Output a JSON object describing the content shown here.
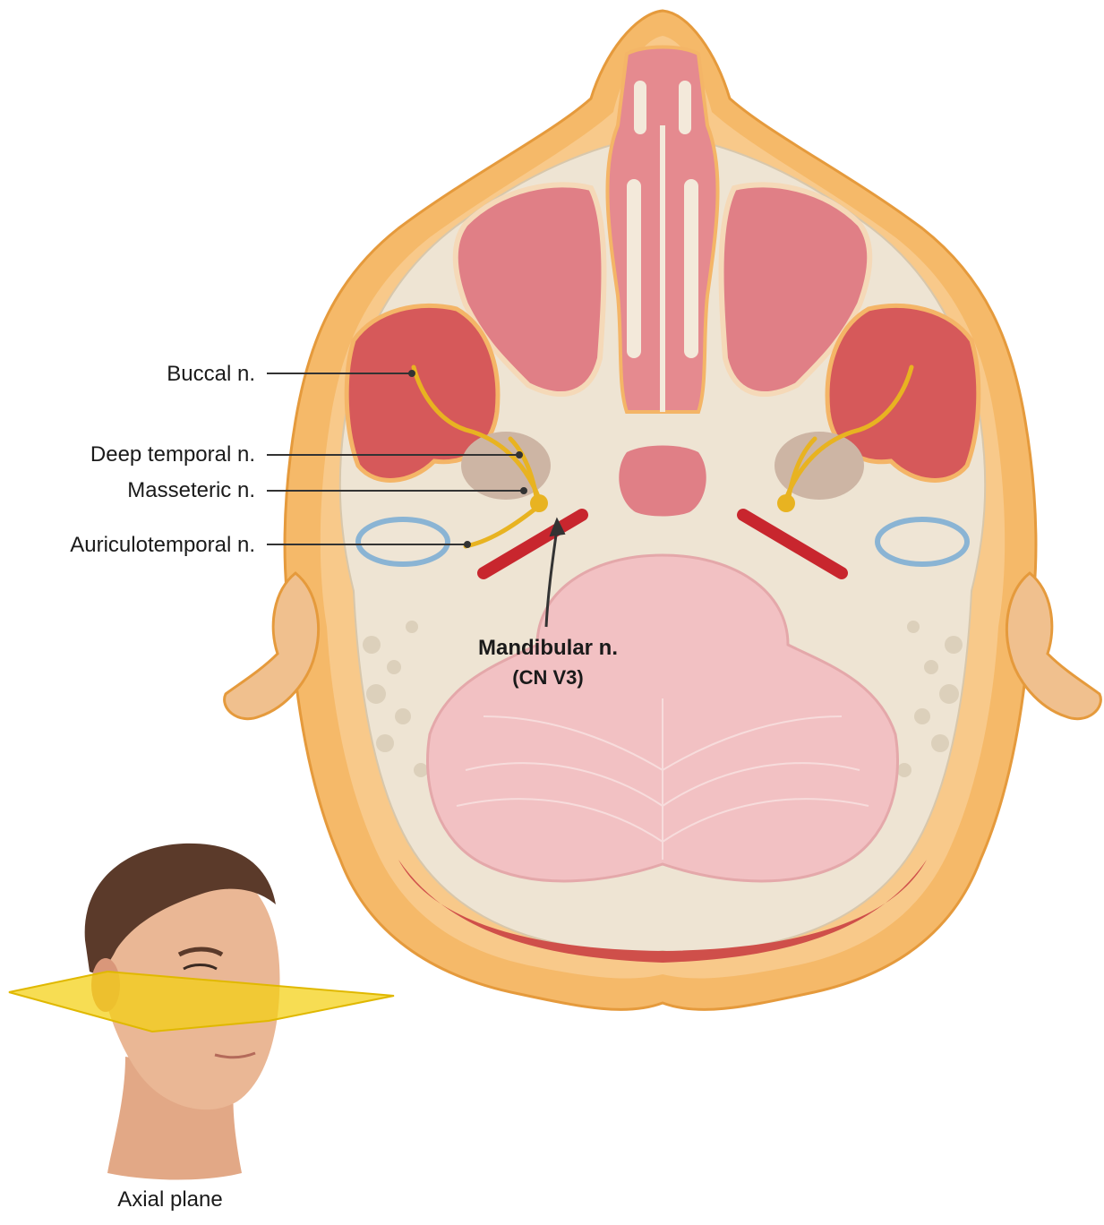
{
  "labels": {
    "buccal": "Buccal n.",
    "deep_temporal": "Deep temporal n.",
    "masseteric": "Masseteric n.",
    "auriculotemporal": "Auriculotemporal n.",
    "mandibular": "Mandibular n.",
    "mandibular_sub": "(CN V3)",
    "plane": "Axial plane"
  },
  "colors": {
    "skin": "#f3b766",
    "bone": "#efe5d5",
    "muscle": "#d9534f",
    "sinus": "#e07f86",
    "brain": "#f2c1c3",
    "nerve": "#e8b321",
    "artery": "#c8262e",
    "plane": "#f4d011"
  }
}
